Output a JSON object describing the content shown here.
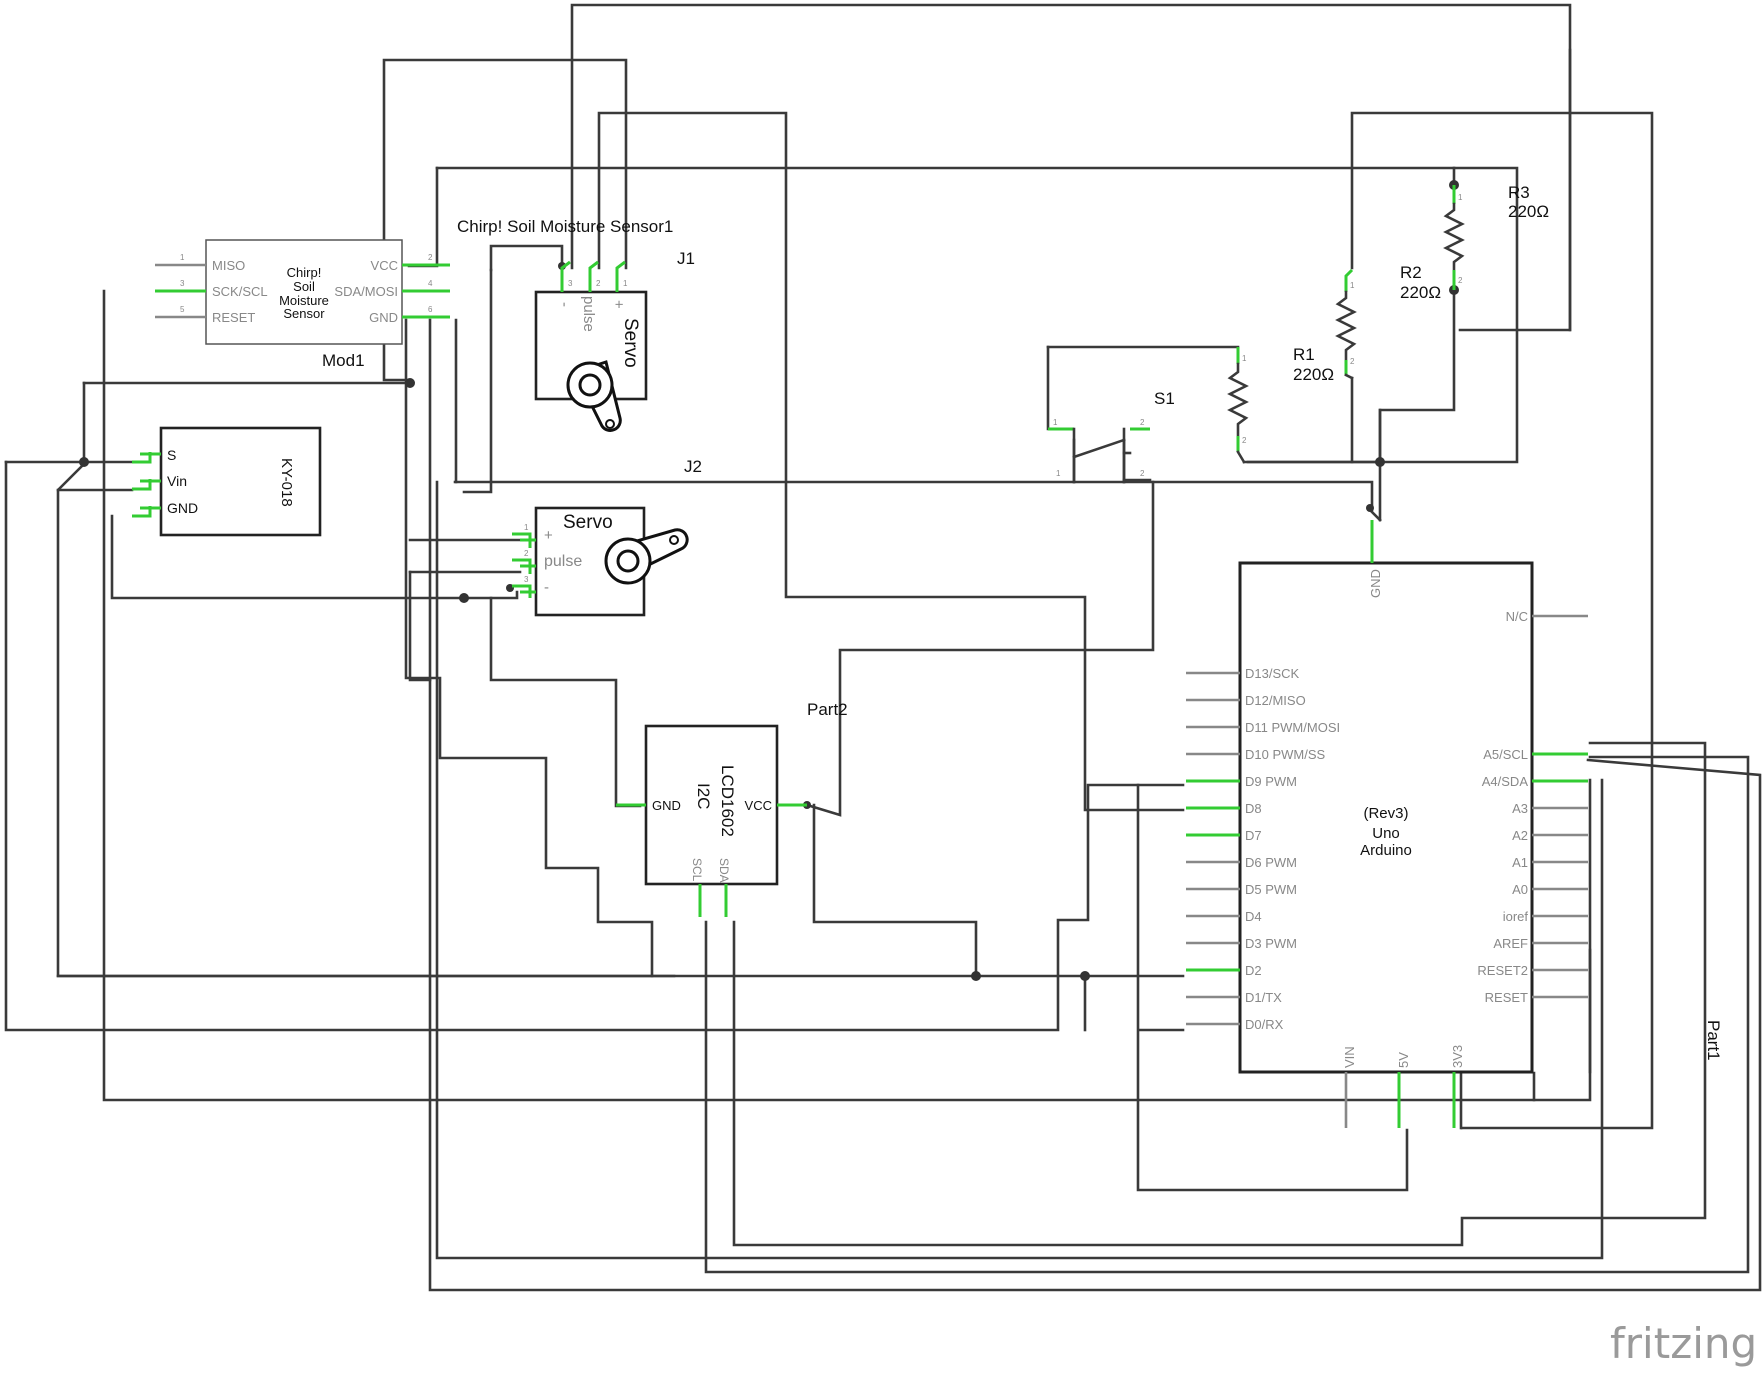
{
  "app": {
    "watermark": "fritzing"
  },
  "parts": {
    "chirp": {
      "ref": "Mod1",
      "title": "Chirp! Soil Moisture Sensor1",
      "body": [
        "Chirp!",
        "Soil",
        "Moisture",
        "Sensor"
      ],
      "pins_left": [
        "MISO",
        "SCK/SCL",
        "RESET"
      ],
      "pins_left_nums": [
        "1",
        "3",
        "5"
      ],
      "pins_right": [
        "VCC",
        "SDA/MOSI",
        "GND"
      ],
      "pins_right_nums": [
        "2",
        "4",
        "6"
      ]
    },
    "ky018": {
      "name": "KY-018",
      "pins": [
        "S",
        "Vin",
        "GND"
      ]
    },
    "servo1": {
      "ref": "J1",
      "name": "Servo",
      "pins": [
        "-",
        "pulse",
        "+"
      ],
      "pin_nums": [
        "3",
        "2",
        "1"
      ]
    },
    "servo2": {
      "ref": "J2",
      "name": "Servo",
      "pins": [
        "+",
        "pulse",
        "-"
      ],
      "pin_nums": [
        "1",
        "2",
        "3"
      ]
    },
    "lcd": {
      "ref": "Part2",
      "name": "LCD1602",
      "sub": "I2C",
      "pins": [
        "GND",
        "VCC",
        "SCL",
        "SDA"
      ]
    },
    "switch": {
      "ref": "S1",
      "pin_nums": [
        "1",
        "2",
        "1",
        "2"
      ]
    },
    "r1": {
      "ref": "R1",
      "value": "220Ω",
      "pin_nums": [
        "1",
        "2"
      ]
    },
    "r2": {
      "ref": "R2",
      "value": "220Ω"
    },
    "r3": {
      "ref": "R3",
      "value": "220Ω",
      "pin_nums": [
        "1",
        "2"
      ]
    },
    "r4": {
      "pin_nums": [
        "1",
        "2"
      ]
    },
    "arduino": {
      "ref": "Part1",
      "name": [
        "(Rev3)",
        "Uno",
        "Arduino"
      ],
      "top_pin": "GND",
      "left_pins": [
        "D13/SCK",
        "D12/MISO",
        "D11 PWM/MOSI",
        "D10 PWM/SS",
        "D9 PWM",
        "D8",
        "D7",
        "D6 PWM",
        "D5 PWM",
        "D4",
        "D3 PWM",
        "D2",
        "D1/TX",
        "D0/RX"
      ],
      "right_pins": [
        "N/C",
        "A5/SCL",
        "A4/SDA",
        "A3",
        "A2",
        "A1",
        "A0",
        "ioref",
        "AREF",
        "RESET2",
        "RESET"
      ],
      "bottom_pins": [
        "VIN",
        "5V",
        "3V3"
      ]
    }
  }
}
